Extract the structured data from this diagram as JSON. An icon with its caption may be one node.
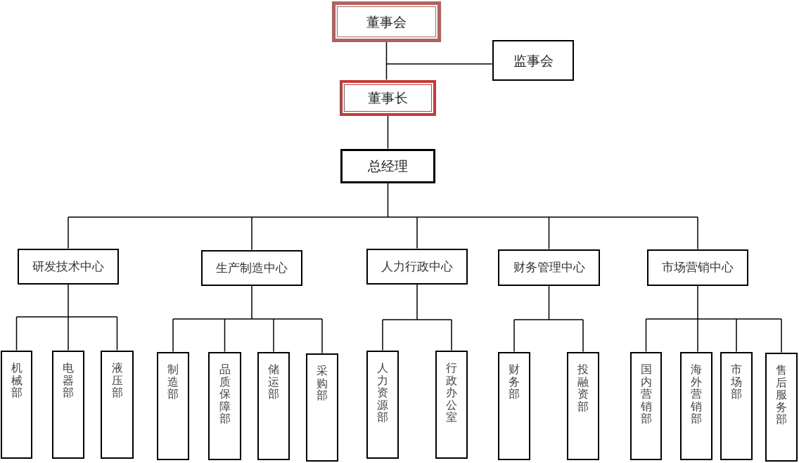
{
  "diagram": {
    "nodes": [
      {
        "text": [
          "董事会"
        ]
      },
      {
        "text": [
          "监事会"
        ]
      },
      {
        "text": [
          "董事长"
        ]
      },
      {
        "text": [
          "总经理"
        ]
      },
      {
        "text": [
          "研发技术中心"
        ]
      },
      {
        "text": [
          "生产制造中心"
        ]
      },
      {
        "text": [
          "人力行政中心"
        ]
      },
      {
        "text": [
          "财务管理中心"
        ]
      },
      {
        "text": [
          "市场营销中心"
        ]
      },
      {
        "text": [
          "机械部"
        ]
      },
      {
        "text": [
          "电器部"
        ]
      },
      {
        "text": [
          "液压部"
        ]
      },
      {
        "text": [
          "制造部"
        ]
      },
      {
        "text": [
          "品质保障部"
        ]
      },
      {
        "text": [
          "储运部"
        ]
      },
      {
        "text": [
          "采购部"
        ]
      },
      {
        "text": [
          "人力资源部"
        ]
      },
      {
        "text": [
          "行政办公室"
        ]
      },
      {
        "text": [
          "财务部"
        ]
      },
      {
        "text": [
          "投融资部"
        ]
      },
      {
        "text": [
          "国内营销部"
        ]
      },
      {
        "text": [
          "海外营销部"
        ]
      },
      {
        "text": [
          "市场部"
        ]
      },
      {
        "text": [
          "售后服务部"
        ]
      }
    ],
    "edges": [
      {
        "from": 0,
        "to": 2,
        "arrow": "none"
      },
      {
        "from": 0,
        "to": 1,
        "arrow": "none"
      },
      {
        "from": 2,
        "to": 3,
        "arrow": "none"
      },
      {
        "from": 3,
        "to": 4,
        "arrow": "none"
      },
      {
        "from": 3,
        "to": 5,
        "arrow": "none"
      },
      {
        "from": 3,
        "to": 6,
        "arrow": "none"
      },
      {
        "from": 3,
        "to": 7,
        "arrow": "none"
      },
      {
        "from": 3,
        "to": 8,
        "arrow": "none"
      },
      {
        "from": 4,
        "to": 9,
        "arrow": "none"
      },
      {
        "from": 4,
        "to": 10,
        "arrow": "none"
      },
      {
        "from": 4,
        "to": 11,
        "arrow": "none"
      },
      {
        "from": 5,
        "to": 12,
        "arrow": "none"
      },
      {
        "from": 5,
        "to": 13,
        "arrow": "none"
      },
      {
        "from": 5,
        "to": 14,
        "arrow": "none"
      },
      {
        "from": 5,
        "to": 15,
        "arrow": "none"
      },
      {
        "from": 6,
        "to": 16,
        "arrow": "none"
      },
      {
        "from": 6,
        "to": 17,
        "arrow": "none"
      },
      {
        "from": 7,
        "to": 18,
        "arrow": "none"
      },
      {
        "from": 7,
        "to": 19,
        "arrow": "none"
      },
      {
        "from": 8,
        "to": 20,
        "arrow": "none"
      },
      {
        "from": 8,
        "to": 21,
        "arrow": "none"
      },
      {
        "from": 8,
        "to": 22,
        "arrow": "none"
      },
      {
        "from": 8,
        "to": 23,
        "arrow": "none"
      }
    ]
  }
}
